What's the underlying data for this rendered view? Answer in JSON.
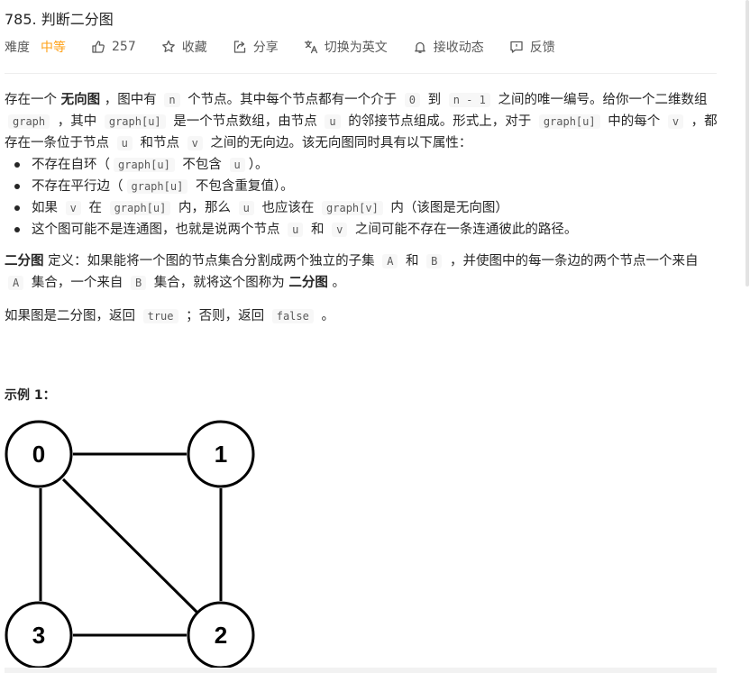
{
  "problem": {
    "title": "785. 判断二分图"
  },
  "meta": {
    "difficulty_label": "难度",
    "difficulty_value": "中等",
    "likes": "257",
    "favorite": "收藏",
    "share": "分享",
    "translate": "切换为英文",
    "subscribe": "接收动态",
    "feedback": "反馈"
  },
  "description": {
    "p1": [
      "存在一个 ",
      "无向图",
      " ，图中有 ",
      "n",
      " 个节点。其中每个节点都有一个介于 ",
      "0",
      " 到 ",
      "n - 1",
      " 之间的唯一编号。给你一个二维数组 ",
      "graph",
      " ，其中 ",
      "graph[u]",
      " 是一个节点数组，由节点 ",
      "u",
      " 的邻接节点组成。形式上，对于 ",
      "graph[u]",
      " 中的每个 ",
      "v",
      " ，都存在一条位于节点 ",
      "u",
      " 和节点 ",
      "v",
      " 之间的无向边。该无向图同时具有以下属性："
    ],
    "bullets": [
      [
        "不存在自环（",
        "graph[u]",
        " 不包含 ",
        "u",
        "）。"
      ],
      [
        "不存在平行边（",
        "graph[u]",
        " 不包含重复值）。"
      ],
      [
        "如果 ",
        "v",
        " 在 ",
        "graph[u]",
        " 内，那么 ",
        "u",
        " 也应该在 ",
        "graph[v]",
        " 内（该图是无向图）"
      ],
      [
        "这个图可能不是连通图，也就是说两个节点 ",
        "u",
        " 和 ",
        "v",
        " 之间可能不存在一条连通彼此的路径。"
      ]
    ],
    "p2": [
      "二分图",
      " 定义：如果能将一个图的节点集合分割成两个独立的子集 ",
      "A",
      " 和 ",
      "B",
      " ，并使图中的每一条边的两个节点一个来自 ",
      "A",
      " 集合，一个来自 ",
      "B",
      " 集合，就将这个图称为 ",
      "二分图",
      " 。"
    ],
    "p3": [
      "如果图是二分图，返回 ",
      "true",
      " ；否则，返回 ",
      "false",
      " 。"
    ]
  },
  "example": {
    "title": "示例 1：",
    "nodes": [
      "0",
      "1",
      "3",
      "2"
    ]
  }
}
